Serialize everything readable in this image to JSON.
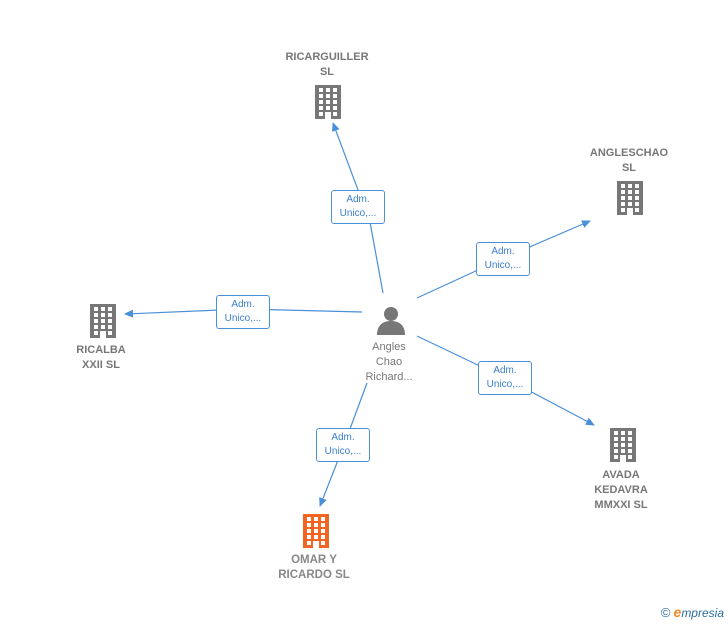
{
  "center": {
    "label": "Angles\nChao\nRichard..."
  },
  "companies": [
    {
      "id": "ricarguiller",
      "label": "RICARGUILLER\nSL"
    },
    {
      "id": "angleschao",
      "label": "ANGLESCHAO\nSL"
    },
    {
      "id": "ricalba",
      "label": "RICALBA\nXXII SL"
    },
    {
      "id": "avada",
      "label": "AVADA\nKEDAVRA\nMMXXI SL"
    },
    {
      "id": "omar",
      "label": "OMAR Y\nRICARDO SL",
      "highlight": true
    }
  ],
  "relations": [
    {
      "target": "ricarguiller",
      "label": "Adm.\nUnico,..."
    },
    {
      "target": "angleschao",
      "label": "Adm.\nUnico,..."
    },
    {
      "target": "ricalba",
      "label": "Adm.\nUnico,..."
    },
    {
      "target": "avada",
      "label": "Adm.\nUnico,..."
    },
    {
      "target": "omar",
      "label": "Adm.\nUnico,..."
    }
  ],
  "colors": {
    "edge": "#4a90d9",
    "company_icon": "#777777",
    "highlight_icon": "#f26522",
    "person_icon": "#777777"
  },
  "icons": {
    "company": "building-icon",
    "person": "person-icon"
  },
  "footer": {
    "copyright": "©",
    "brand_e": "e",
    "brand_rest": "mpresia"
  }
}
